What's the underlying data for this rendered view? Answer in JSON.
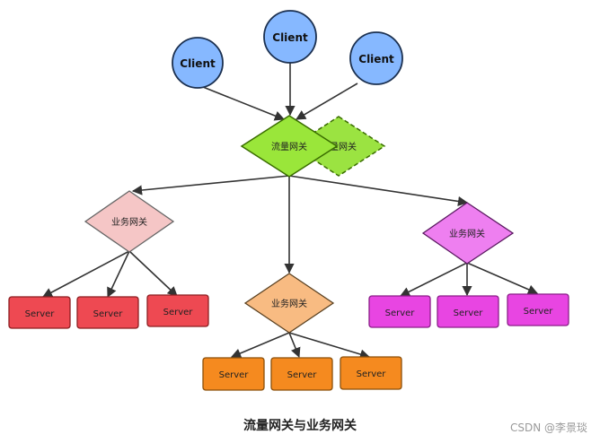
{
  "diagram": {
    "clients": [
      "Client",
      "Client",
      "Client"
    ],
    "traffic_gateway": {
      "label": "流量网关",
      "shadow_label": "流量网关",
      "fill": "#9ae63a",
      "shadow_fill": "#9be341",
      "stroke": "#3a6d00"
    },
    "business_gateways": [
      {
        "label": "业务网关",
        "fill": "#f5c6c6",
        "stroke": "#666666",
        "servers": [
          {
            "label": "Server"
          },
          {
            "label": "Server"
          },
          {
            "label": "Server"
          }
        ],
        "server_fill": "#ee4952",
        "server_stroke": "#8c1e21"
      },
      {
        "label": "业务网关",
        "fill": "#f8bb82",
        "stroke": "#5a4121",
        "servers": [
          {
            "label": "Server"
          },
          {
            "label": "Server"
          },
          {
            "label": "Server"
          }
        ],
        "server_fill": "#f58a1f",
        "server_stroke": "#8a4f0a"
      },
      {
        "label": "业务网关",
        "fill": "#ee7ff0",
        "stroke": "#5a1960",
        "servers": [
          {
            "label": "Server"
          },
          {
            "label": "Server"
          },
          {
            "label": "Server"
          }
        ],
        "server_fill": "#e845e2",
        "server_stroke": "#8a1e88"
      }
    ],
    "client_fill": "#86b8ff",
    "client_stroke": "#1b3050",
    "arrow_color": "#333333"
  },
  "caption": "流量网关与业务网关",
  "watermark": "CSDN @李景琰"
}
